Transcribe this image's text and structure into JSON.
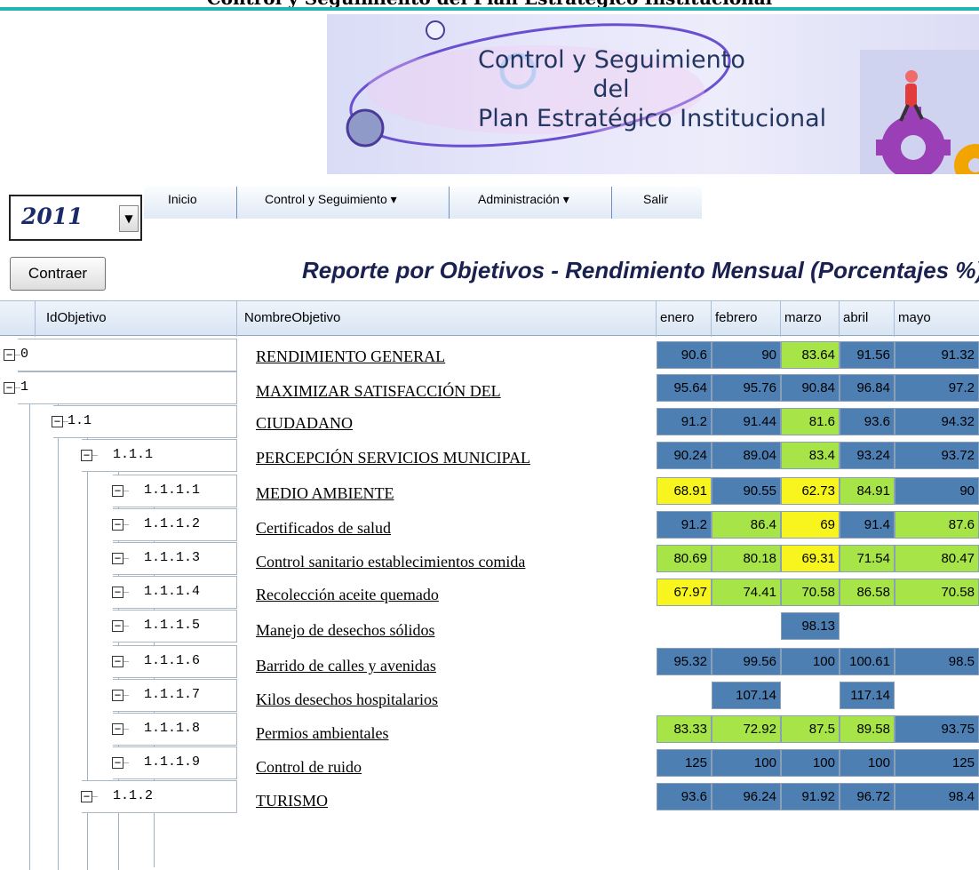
{
  "header": {
    "cut_title": "Control y Seguimiento del Plan Estratégico Institucional"
  },
  "banner": {
    "title_lines": [
      "Control y Seguimiento",
      "del",
      "Plan Estratégico Institucional"
    ],
    "colors": {
      "accent": "#1fb5b0",
      "gear_purple": "#9b3fb6",
      "gear_orange": "#f2a400"
    }
  },
  "year_select": {
    "value": "2011"
  },
  "menu": [
    {
      "label": "Inicio"
    },
    {
      "label": "Control y Seguimiento ▾"
    },
    {
      "label": "Administración ▾"
    },
    {
      "label": "Salir"
    }
  ],
  "toolbar": {
    "collapse_label": "Contraer"
  },
  "report": {
    "title": "Reporte por Objetivos - Rendimiento Mensual (Porcentajes %)"
  },
  "table": {
    "columns": [
      "IdObjetivo",
      "NombreObjetivo",
      "enero",
      "febrero",
      "marzo",
      "abril",
      "mayo"
    ],
    "rows": [
      {
        "id": "0",
        "name": "RENDIMIENTO GENERAL",
        "values": [
          "90.6",
          "90",
          "83.64",
          "91.56",
          "91.32"
        ],
        "colors": [
          "blue",
          "blue",
          "green",
          "blue",
          "blue"
        ]
      },
      {
        "id": "1",
        "name": "MAXIMIZAR SATISFACCIÓN DEL",
        "values": [
          "95.64",
          "95.76",
          "90.84",
          "96.84",
          "97.2"
        ],
        "colors": [
          "blue",
          "blue",
          "blue",
          "blue",
          "blue"
        ]
      },
      {
        "id": "1.1",
        "name": "CIUDADANO",
        "values": [
          "91.2",
          "91.44",
          "81.6",
          "93.6",
          "94.32"
        ],
        "colors": [
          "blue",
          "blue",
          "green",
          "blue",
          "blue"
        ]
      },
      {
        "id": "1.1.1",
        "name": "PERCEPCIÓN SERVICIOS MUNICIPAL",
        "values": [
          "90.24",
          "89.04",
          "83.4",
          "93.24",
          "93.72"
        ],
        "colors": [
          "blue",
          "blue",
          "green",
          "blue",
          "blue"
        ]
      },
      {
        "id": "1.1.1.1",
        "name": "MEDIO AMBIENTE",
        "values": [
          "68.91",
          "90.55",
          "62.73",
          "84.91",
          "90"
        ],
        "colors": [
          "yellow",
          "blue",
          "yellow",
          "green",
          "blue"
        ]
      },
      {
        "id": "1.1.1.2",
        "name": "Certificados de salud",
        "values": [
          "91.2",
          "86.4",
          "69",
          "91.4",
          "87.6"
        ],
        "colors": [
          "blue",
          "green",
          "yellow",
          "blue",
          "green"
        ]
      },
      {
        "id": "1.1.1.3",
        "name": "Control sanitario establecimientos comida",
        "values": [
          "80.69",
          "80.18",
          "69.31",
          "71.54",
          "80.47"
        ],
        "colors": [
          "green",
          "green",
          "yellow",
          "green",
          "green"
        ]
      },
      {
        "id": "1.1.1.4",
        "name": "Recolección aceite quemado",
        "values": [
          "67.97",
          "74.41",
          "70.58",
          "86.58",
          "70.58"
        ],
        "colors": [
          "yellow",
          "green",
          "green",
          "green",
          "green"
        ]
      },
      {
        "id": "1.1.1.5",
        "name": "Manejo de desechos sólidos",
        "values": [
          "",
          "",
          "98.13",
          "",
          ""
        ],
        "colors": [
          "none",
          "none",
          "blue",
          "none",
          "none"
        ]
      },
      {
        "id": "1.1.1.6",
        "name": "Barrido de calles y avenidas",
        "values": [
          "95.32",
          "99.56",
          "100",
          "100.61",
          "98.5"
        ],
        "colors": [
          "blue",
          "blue",
          "blue",
          "blue",
          "blue"
        ]
      },
      {
        "id": "1.1.1.7",
        "name": "Kilos desechos hospitalarios",
        "values": [
          "",
          "107.14",
          "",
          "117.14",
          ""
        ],
        "colors": [
          "none",
          "blue",
          "none",
          "blue",
          "none"
        ]
      },
      {
        "id": "1.1.1.8",
        "name": "Permios ambientales",
        "values": [
          "83.33",
          "72.92",
          "87.5",
          "89.58",
          "93.75"
        ],
        "colors": [
          "green",
          "green",
          "green",
          "green",
          "blue"
        ]
      },
      {
        "id": "1.1.1.9",
        "name": "Control de ruido",
        "values": [
          "125",
          "100",
          "100",
          "100",
          "125"
        ],
        "colors": [
          "blue",
          "blue",
          "blue",
          "blue",
          "blue"
        ]
      },
      {
        "id": "1.1.2",
        "name": "TURISMO",
        "values": [
          "93.6",
          "96.24",
          "91.92",
          "96.72",
          "98.4"
        ],
        "colors": [
          "blue",
          "blue",
          "blue",
          "blue",
          "blue"
        ]
      }
    ],
    "status_colors": {
      "blue": "#4e7fb3",
      "green": "#a6e447",
      "yellow": "#f7f51d"
    }
  }
}
